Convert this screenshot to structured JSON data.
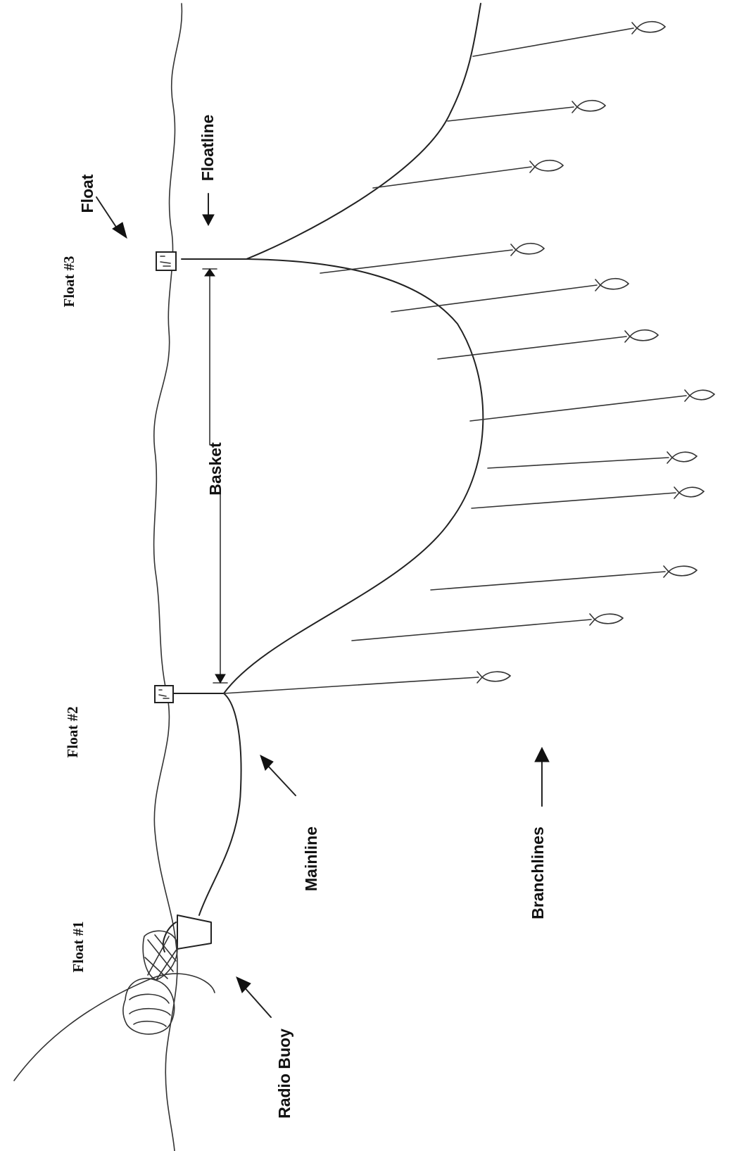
{
  "labels": {
    "float1": "Float #1",
    "float2": "Float #2",
    "float3": "Float #3",
    "float": "Float",
    "floatline": "Floatline",
    "basket": "Basket",
    "mainline": "Mainline",
    "branchlines": "Branchlines",
    "radio_buoy": "Radio Buoy"
  },
  "colors": {
    "ink": "#222222",
    "background": "#ffffff"
  }
}
